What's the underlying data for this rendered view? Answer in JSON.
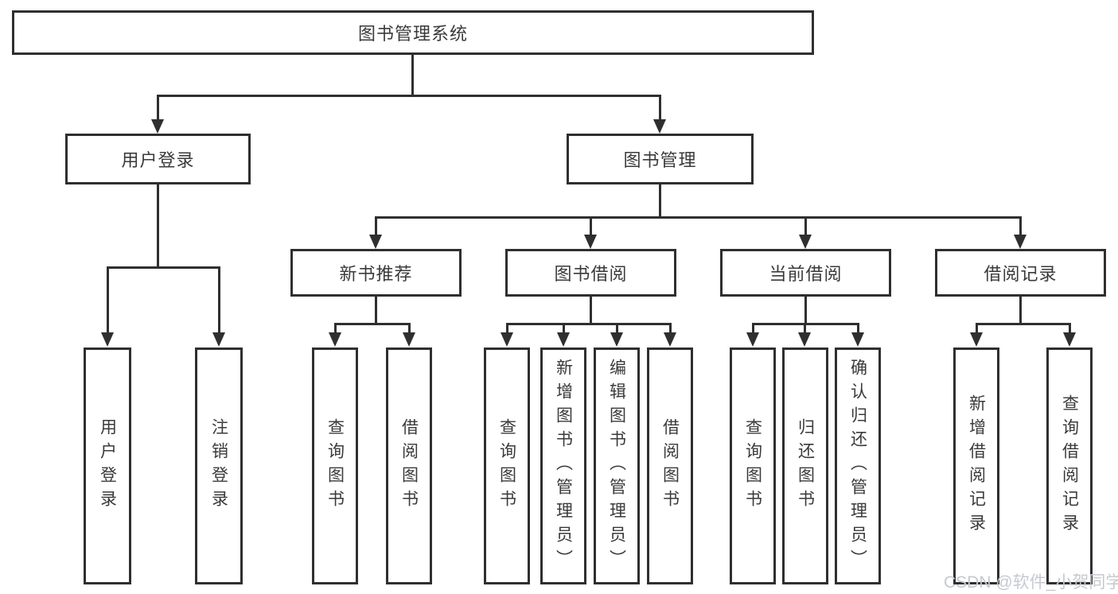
{
  "diagram": {
    "title": "图书管理系统",
    "branches": [
      {
        "label": "用户登录",
        "children": [
          {
            "label": "用户登录"
          },
          {
            "label": "注销登录"
          }
        ]
      },
      {
        "label": "图书管理",
        "children": [
          {
            "label": "新书推荐",
            "children": [
              {
                "label": "查询图书"
              },
              {
                "label": "借阅图书"
              }
            ]
          },
          {
            "label": "图书借阅",
            "children": [
              {
                "label": "查询图书"
              },
              {
                "label": "新增图书（管理员）"
              },
              {
                "label": "编辑图书（管理员）"
              },
              {
                "label": "借阅图书"
              }
            ]
          },
          {
            "label": "当前借阅",
            "children": [
              {
                "label": "查询图书"
              },
              {
                "label": "归还图书"
              },
              {
                "label": "确认归还（管理员）"
              }
            ]
          },
          {
            "label": "借阅记录",
            "children": [
              {
                "label": "新增借阅记录"
              },
              {
                "label": "查询借阅记录"
              }
            ]
          }
        ]
      }
    ]
  },
  "watermark": "CSDN @软件_小贺同学",
  "colors": {
    "line": "#2f2f2f",
    "watermark_text": "#c6c9d0",
    "background": "#ffffff"
  }
}
